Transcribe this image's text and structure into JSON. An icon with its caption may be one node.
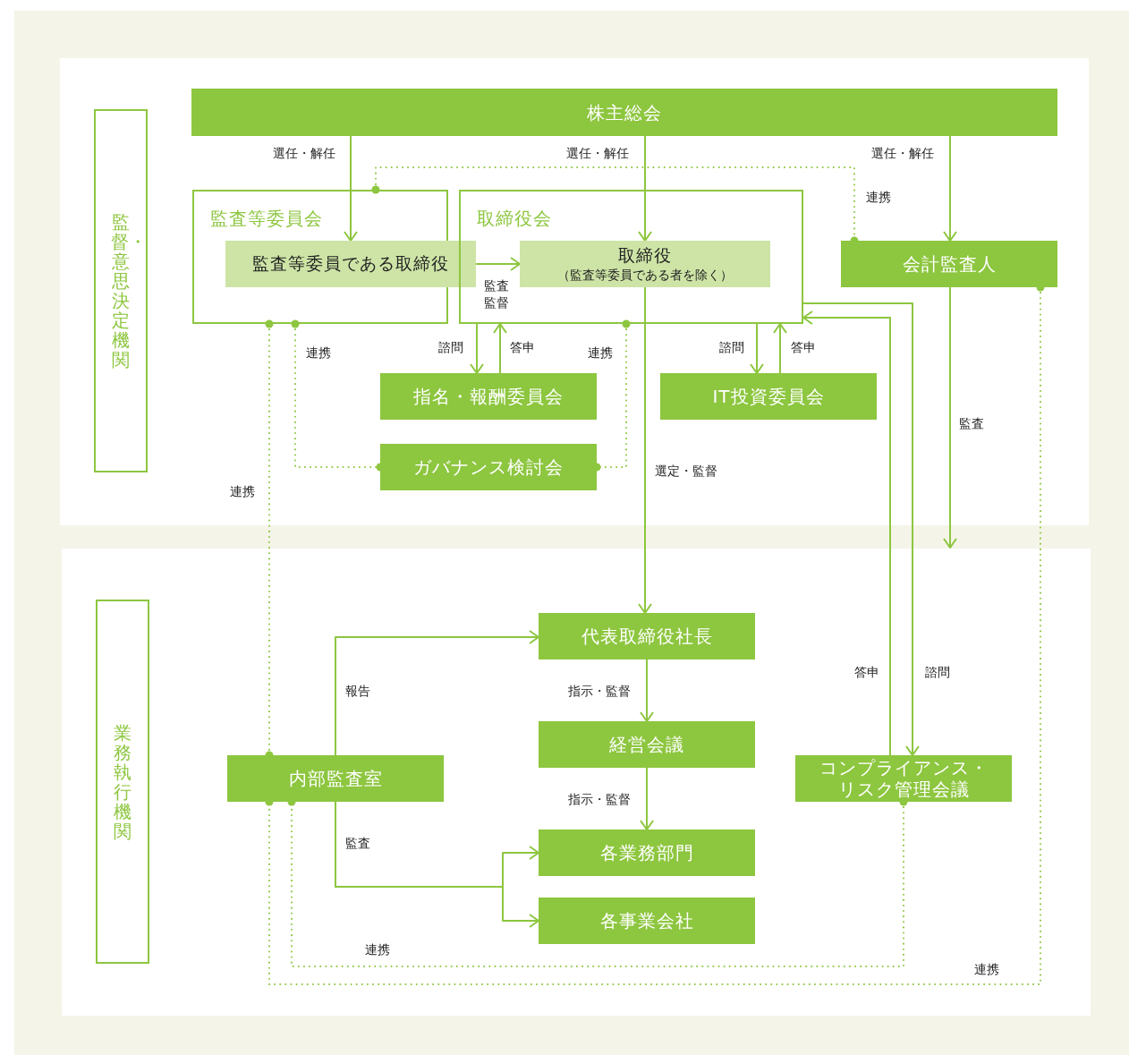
{
  "diagram": {
    "nodes": [
      {
        "text": [
          "株主総会"
        ]
      },
      {
        "text": [
          "監査等委員会"
        ]
      },
      {
        "text": [
          "監査等委員である取締役"
        ],
        "in": 1
      },
      {
        "text": [
          "取締役会"
        ]
      },
      {
        "text": [
          "取締役",
          "（監査等委員である者を除く）"
        ],
        "in": 3
      },
      {
        "text": [
          "会計監査人"
        ]
      },
      {
        "text": [
          "指名・報酬委員会"
        ]
      },
      {
        "text": [
          "IT投資委員会"
        ]
      },
      {
        "text": [
          "ガバナンス検討会"
        ]
      },
      {
        "text": [
          "代表取締役社長"
        ]
      },
      {
        "text": [
          "経営会議"
        ]
      },
      {
        "text": [
          "内部監査室"
        ]
      },
      {
        "text": [
          "各業務部門"
        ]
      },
      {
        "text": [
          "各事業会社"
        ]
      },
      {
        "text": [
          "コンプライアンス・リスク管理会議"
        ]
      },
      {
        "text": [
          "監督・意思決定機関"
        ]
      },
      {
        "text": [
          "業務執行機関"
        ]
      }
    ],
    "edges": [
      {
        "from": 0,
        "to": 2,
        "arrow": "to",
        "label": "選任・解任"
      },
      {
        "from": 0,
        "to": 4,
        "arrow": "to",
        "label": "選任・解任"
      },
      {
        "from": 0,
        "to": 5,
        "arrow": "to",
        "label": "選任・解任"
      },
      {
        "from": 2,
        "to": 4,
        "arrow": "to",
        "label": "監査監督"
      },
      {
        "from": 1,
        "to": 5,
        "arrow": "other",
        "style": "dashed",
        "label": "連携"
      },
      {
        "from": 3,
        "to": 6,
        "arrow": "to",
        "label": "諮問"
      },
      {
        "from": 6,
        "to": 3,
        "arrow": "to",
        "label": "答申"
      },
      {
        "from": 3,
        "to": 7,
        "arrow": "to",
        "label": "諮問"
      },
      {
        "from": 7,
        "to": 3,
        "arrow": "to",
        "label": "答申"
      },
      {
        "from": 1,
        "to": 8,
        "arrow": "other",
        "style": "dashed",
        "label": "連携"
      },
      {
        "from": 3,
        "to": 8,
        "arrow": "other",
        "style": "dashed",
        "label": "連携"
      },
      {
        "from": 4,
        "to": 9,
        "arrow": "to",
        "label": "選定・監督"
      },
      {
        "from": 1,
        "to": 11,
        "arrow": "other",
        "style": "dashed",
        "label": "連携"
      },
      {
        "from": 11,
        "to": 9,
        "arrow": "to",
        "label": "報告"
      },
      {
        "from": 9,
        "to": 10,
        "arrow": "to",
        "label": "指示・監督"
      },
      {
        "from": 10,
        "to": 12,
        "arrow": "to",
        "label": "指示・監督"
      },
      {
        "from": 11,
        "to": 12,
        "arrow": "to",
        "label": "監査"
      },
      {
        "from": 11,
        "to": 13,
        "arrow": "to"
      },
      {
        "from": 3,
        "to": 14,
        "arrow": "to",
        "label": "諮問"
      },
      {
        "from": 14,
        "to": 3,
        "arrow": "to",
        "label": "答申"
      },
      {
        "from": 14,
        "to": 11,
        "arrow": "other",
        "style": "dashed",
        "label": "連携"
      },
      {
        "from": 5,
        "to": 11,
        "arrow": "other",
        "style": "dashed",
        "label": "連携"
      },
      {
        "from": 5,
        "to": null,
        "arrow": "to",
        "label": "監査"
      }
    ]
  }
}
